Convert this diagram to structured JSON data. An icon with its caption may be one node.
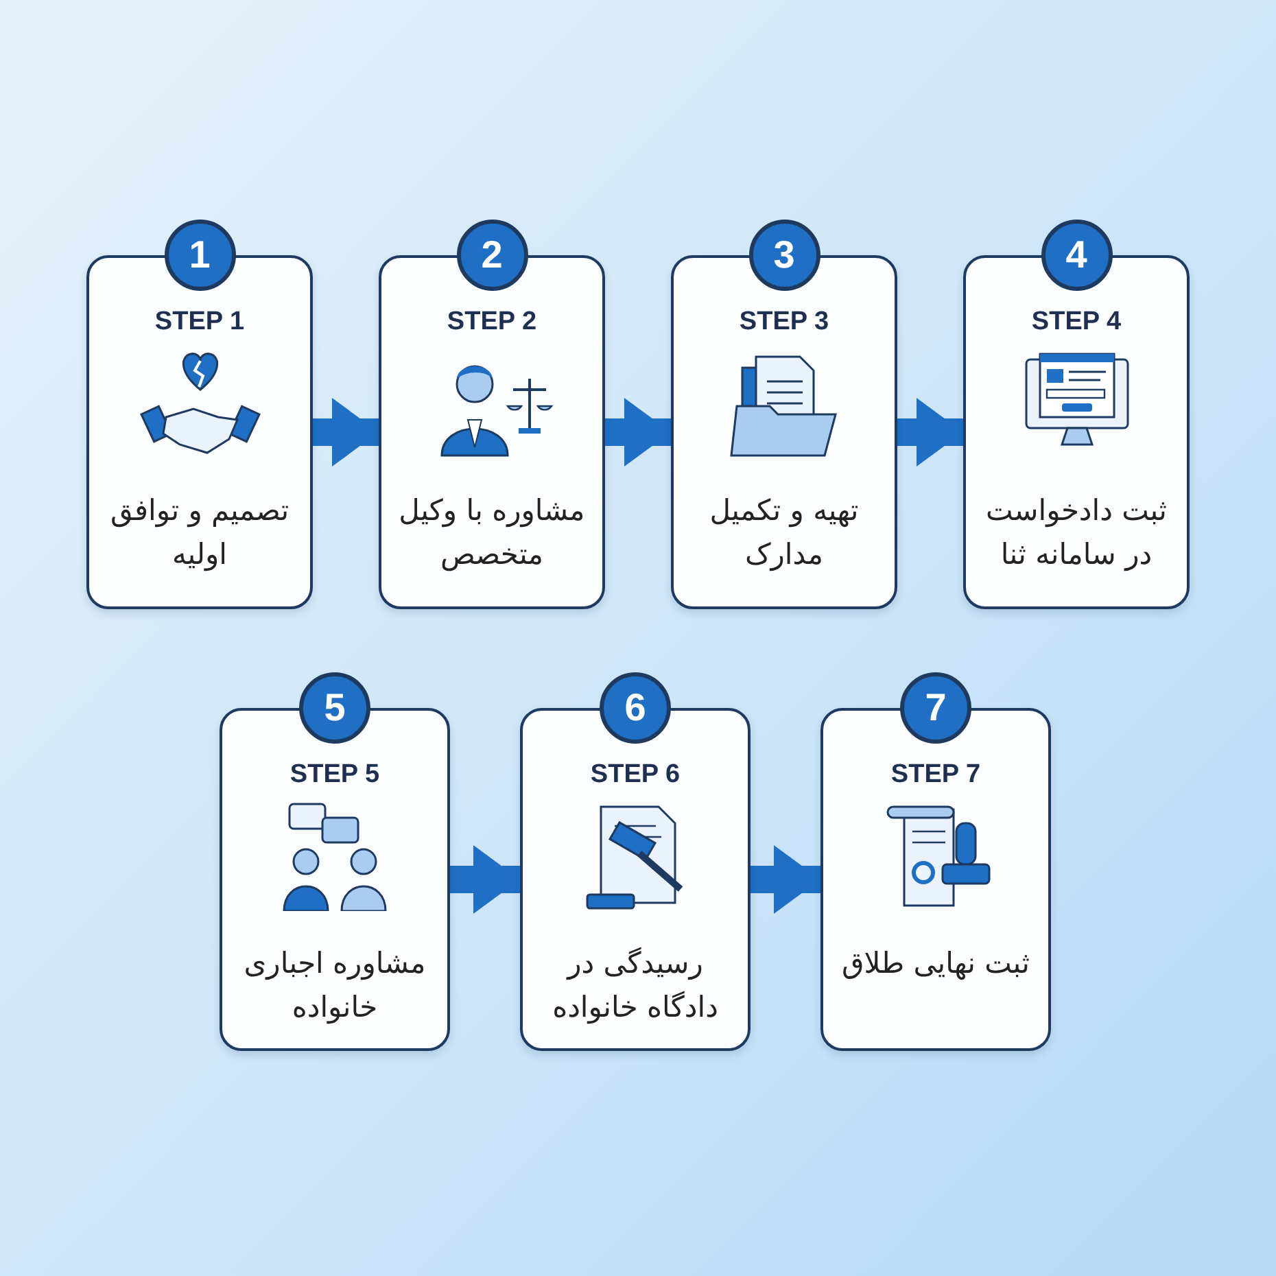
{
  "diagram": {
    "nodes": [
      {
        "text": [
          "1",
          "STEP 1",
          "تصمیم و توافق اولیه"
        ]
      },
      {
        "text": [
          "2",
          "STEP 2",
          "مشاوره با وکیل متخصص"
        ]
      },
      {
        "text": [
          "3",
          "STEP 3",
          "تهیه و تکمیل مدارک"
        ]
      },
      {
        "text": [
          "4",
          "STEP 4",
          "ثبت دادخواست در سامانه ثنا"
        ]
      },
      {
        "text": [
          "5",
          "STEP 5",
          "مشاوره اجباری خانواده"
        ]
      },
      {
        "text": [
          "6",
          "STEP 6",
          "رسیدگی در دادگاه خانواده"
        ]
      },
      {
        "text": [
          "7",
          "STEP 7",
          "ثبت نهایی طلاق"
        ]
      }
    ],
    "edges": [
      {
        "from": 0,
        "to": 1,
        "arrow": "to"
      },
      {
        "from": 1,
        "to": 2,
        "arrow": "to"
      },
      {
        "from": 2,
        "to": 3,
        "arrow": "to"
      },
      {
        "from": 4,
        "to": 5,
        "arrow": "to"
      },
      {
        "from": 5,
        "to": 6,
        "arrow": "to"
      }
    ]
  }
}
